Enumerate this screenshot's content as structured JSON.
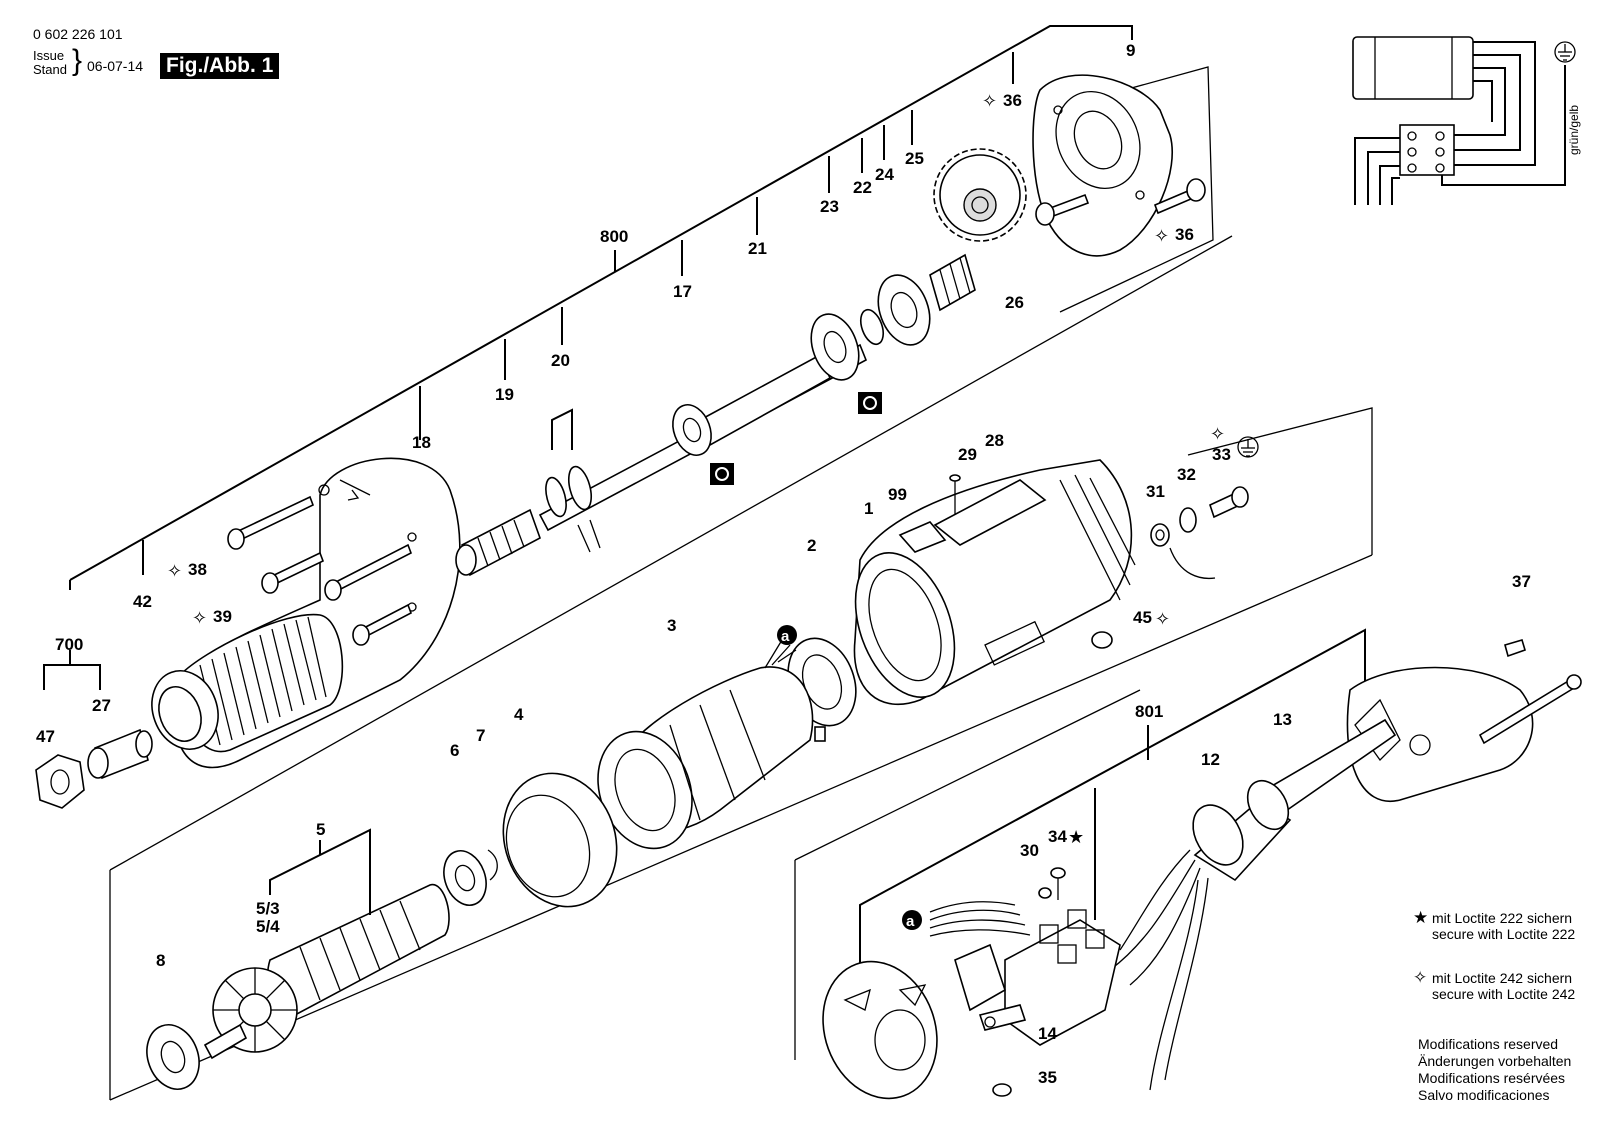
{
  "header": {
    "doc_number": "0 602 226 101",
    "issue_label": "Issue",
    "stand_label": "Stand",
    "date": "06-07-14",
    "figure_label": "Fig./Abb. 1"
  },
  "wiring": {
    "ground_label": "grün/gelb",
    "ground_icon": "ground-icon"
  },
  "legend": {
    "loctite_222_symbol": "★",
    "loctite_222_de": "mit Loctite 222 sichern",
    "loctite_222_en": "secure with Loctite 222",
    "loctite_242_symbol": "✧",
    "loctite_242_de": "mit Loctite 242 sichern",
    "loctite_242_en": "secure with Loctite 242"
  },
  "modifications": [
    "Modifications reserved",
    "Änderungen vorbehalten",
    "Modifications resérvées",
    "Salvo modificaciones"
  ],
  "callouts": {
    "c800": "800",
    "c700": "700",
    "c801": "801",
    "c1": "1",
    "c2": "2",
    "c3": "3",
    "c4": "4",
    "c5": "5",
    "c5_3": "5/3",
    "c5_4": "5/4",
    "c6": "6",
    "c7": "7",
    "c8": "8",
    "c9": "9",
    "c12": "12",
    "c13": "13",
    "c14": "14",
    "c17": "17",
    "c18": "18",
    "c19": "19",
    "c20": "20",
    "c21": "21",
    "c22": "22",
    "c23": "23",
    "c24": "24",
    "c25": "25",
    "c26": "26",
    "c27": "27",
    "c28": "28",
    "c29": "29",
    "c30": "30",
    "c31": "31",
    "c32": "32",
    "c33": "33",
    "c34": "34",
    "c35": "35",
    "c36a": "36",
    "c36b": "36",
    "c37": "37",
    "c38": "38",
    "c39": "39",
    "c42": "42",
    "c45": "45",
    "c47": "47",
    "c99": "99",
    "wire_a1": "a",
    "wire_a2": "a"
  }
}
